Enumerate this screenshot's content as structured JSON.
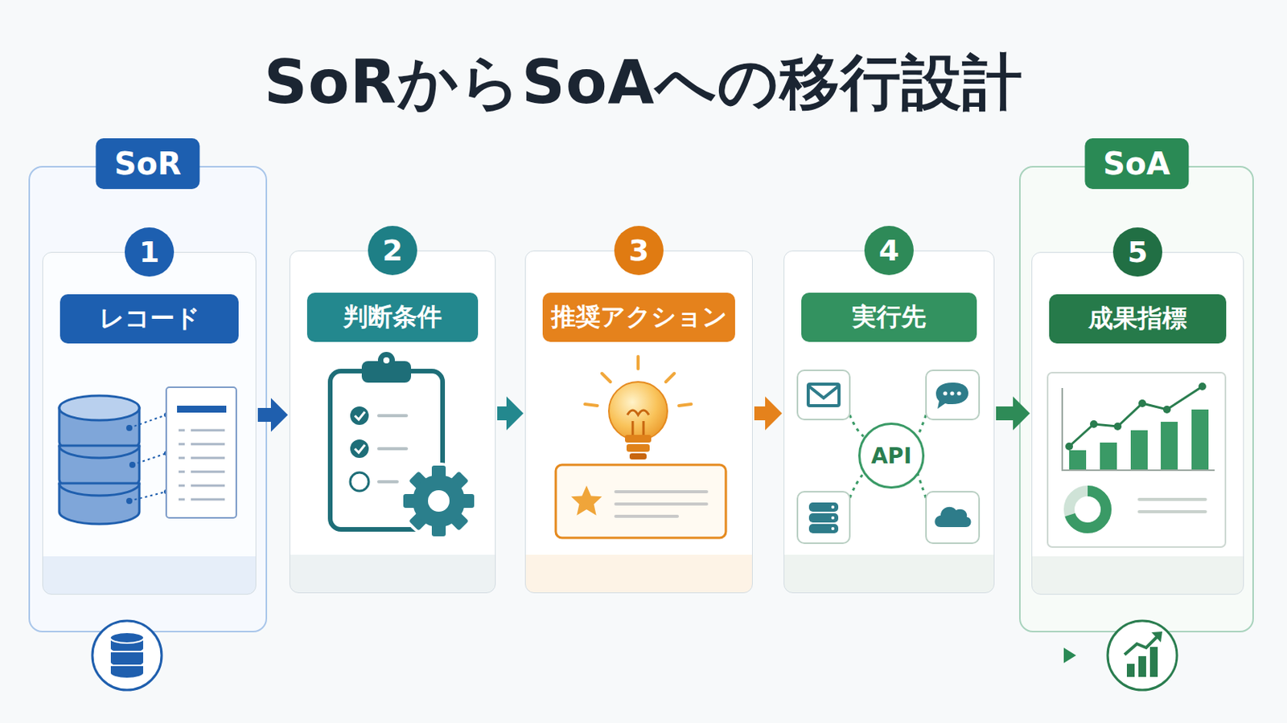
{
  "diagram": {
    "title": "SoRからSoAへの移行設計",
    "nodes": [
      {
        "text": [
          "SoR"
        ]
      },
      {
        "text": [
          "1",
          "レコード"
        ],
        "in": 0
      },
      {
        "text": [
          "2",
          "判断条件"
        ]
      },
      {
        "text": [
          "3",
          "推奨アクション"
        ]
      },
      {
        "text": [
          "4",
          "実行先"
        ]
      },
      {
        "text": [
          "API"
        ],
        "in": 4
      },
      {
        "text": [
          "SoA"
        ]
      },
      {
        "text": [
          "5",
          "成果指標"
        ],
        "in": 6
      }
    ],
    "edges": [
      {
        "from": 1,
        "to": 2,
        "arrow": "to"
      },
      {
        "from": 2,
        "to": 3,
        "arrow": "to"
      },
      {
        "from": 3,
        "to": 4,
        "arrow": "to"
      },
      {
        "from": 4,
        "to": 7,
        "arrow": "to"
      }
    ]
  }
}
